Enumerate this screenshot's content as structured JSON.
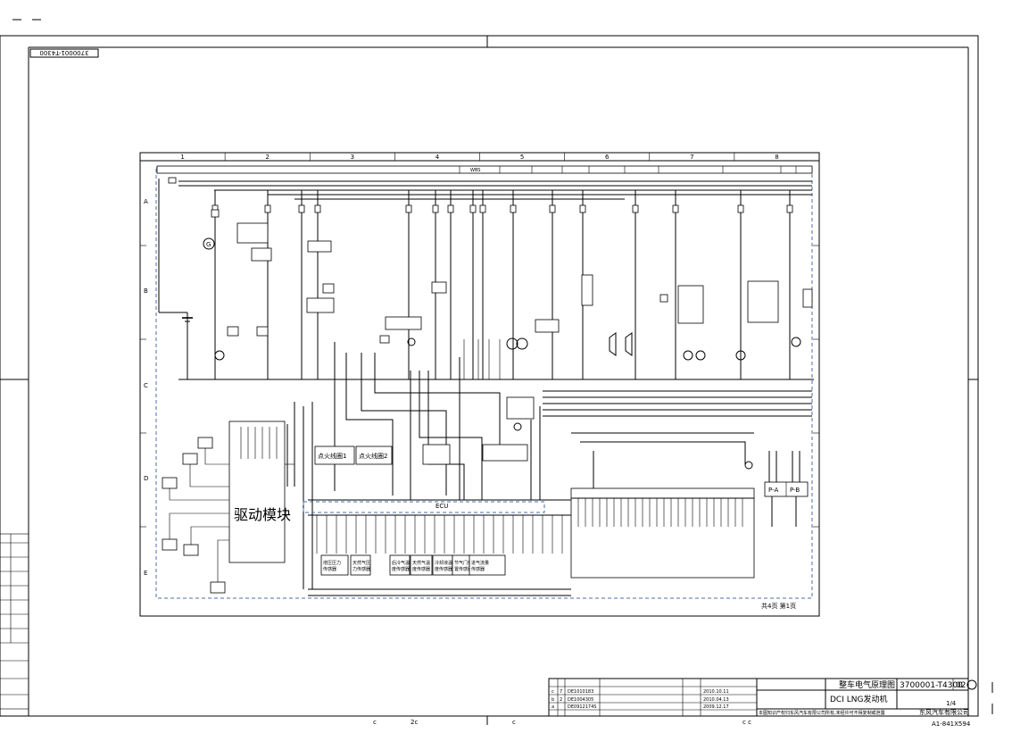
{
  "drawing": {
    "rotated_code": "3700001-T4300",
    "columns": [
      "1",
      "2",
      "3",
      "4",
      "5",
      "6",
      "7",
      "8"
    ],
    "rows": [
      "A",
      "B",
      "C",
      "D",
      "E"
    ],
    "header_cells": [
      "",
      "WBS"
    ],
    "page_indicator": "共4页 第1页",
    "modules": {
      "drive_module": "驱动模块",
      "ecu": "ECU",
      "ignition_coil_1": "点火线圈1",
      "ignition_coil_2": "点火线圈2",
      "pin_pa": "P-A",
      "pin_pb": "P-B"
    },
    "sensor_labels": [
      "增压压力传感器",
      "天然气压力传感器",
      "后冷气温度传感器",
      "天然气温度传感器",
      "冷却液温度传感器",
      "节气门位置传感器",
      "进气流量传感器"
    ]
  },
  "title_block": {
    "main_title": "整车电气原理图",
    "drawing_number": "3700001-T4300",
    "version": "02",
    "subtitle": "DCI LNG发动机",
    "company": "东风汽车有限公司",
    "copyright": "本图知识产权归东风汽车有限公司所有,未经许可不得复制或泄露",
    "sheet_ratio": "1/4",
    "revisions": [
      {
        "mark": "c",
        "num": "7",
        "code": "DE1010183",
        "date": "2010.10.11"
      },
      {
        "mark": "b",
        "num": "2",
        "code": "DE1004305",
        "date": "2010.04.13"
      },
      {
        "mark": "a",
        "num": "",
        "code": "DE0912174S",
        "date": "2009.12.17"
      }
    ],
    "footer_code": "A1-841X594"
  },
  "bottom_ruler": [
    "c",
    "2c",
    "c",
    "c c"
  ]
}
